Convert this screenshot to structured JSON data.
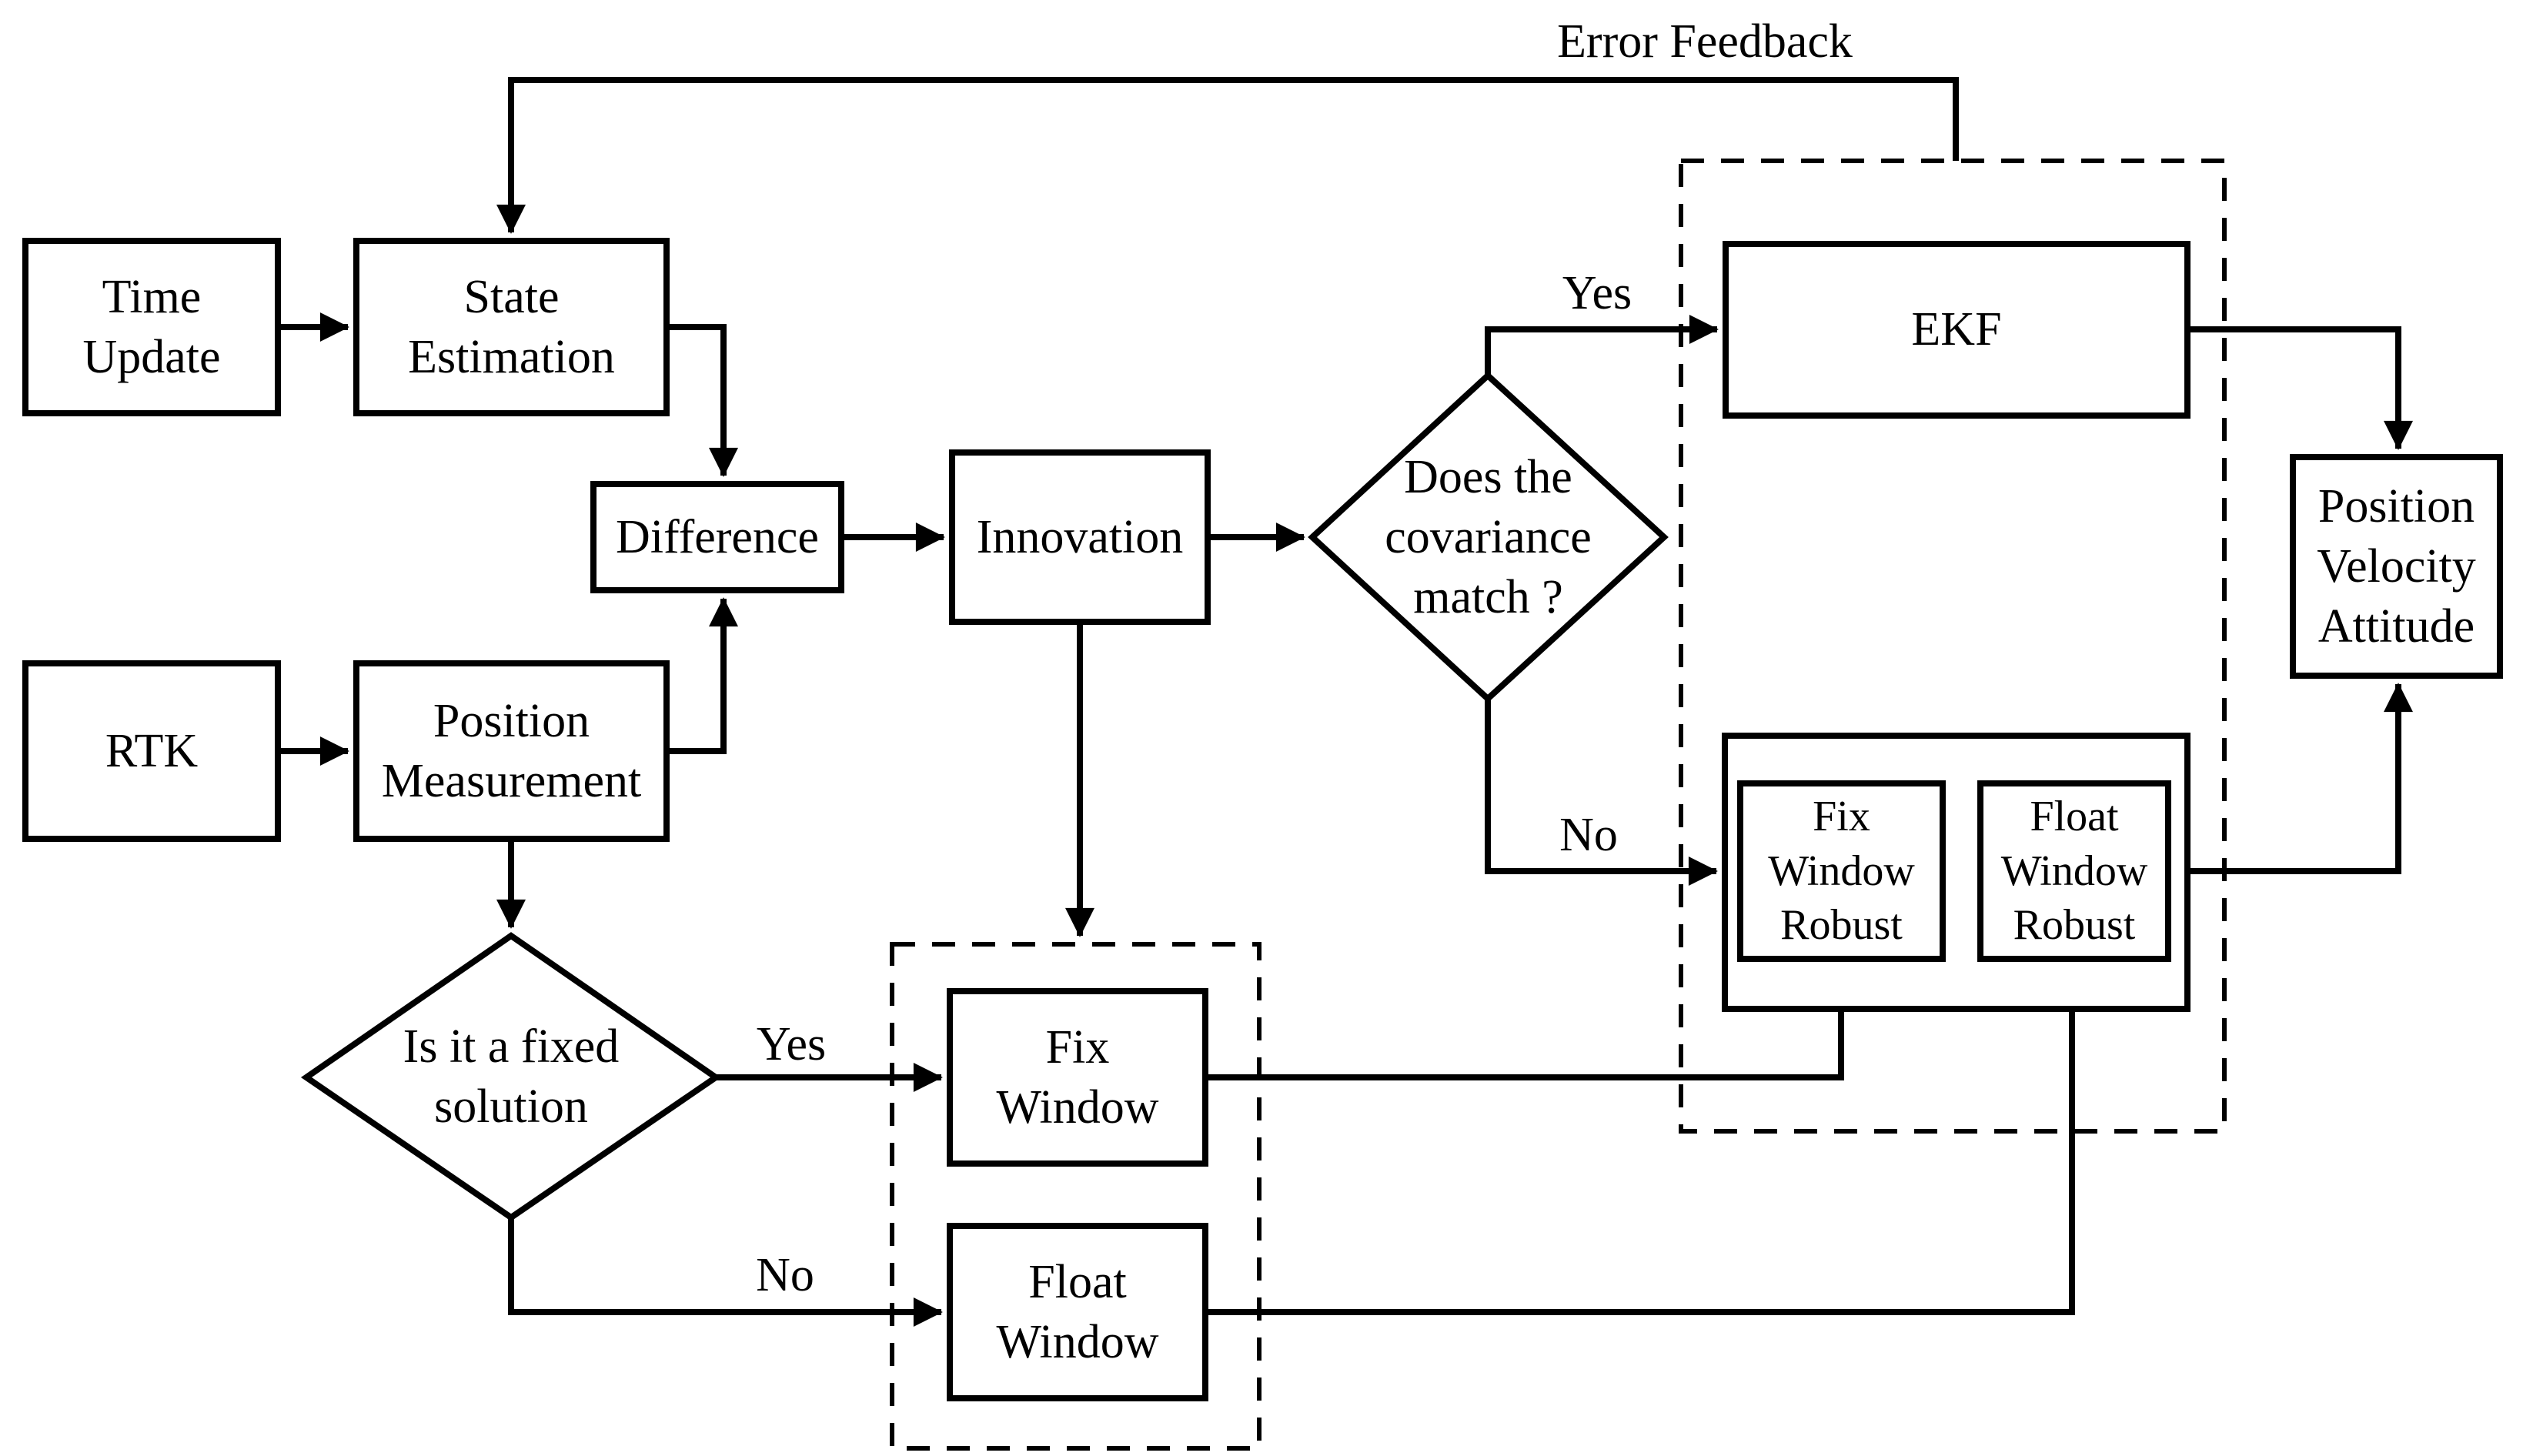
{
  "nodes": {
    "time_update": {
      "label": "Time\nUpdate"
    },
    "state_estimation": {
      "label": "State\nEstimation"
    },
    "difference": {
      "label": "Difference"
    },
    "innovation": {
      "label": "Innovation"
    },
    "rtk": {
      "label": "RTK"
    },
    "position_measurement": {
      "label": "Position\nMeasurement"
    },
    "covariance_decision": {
      "label": "Does the\ncovariance\nmatch ?"
    },
    "ekf": {
      "label": "EKF"
    },
    "position_velocity_attitude": {
      "label": "Position\nVelocity\nAttitude"
    },
    "fix_window_robust": {
      "label": "Fix\nWindow\nRobust"
    },
    "float_window_robust": {
      "label": "Float\nWindow\nRobust"
    },
    "fix_window": {
      "label": "Fix\nWindow"
    },
    "float_window": {
      "label": "Float\nWindow"
    },
    "fixed_solution_decision": {
      "label": "Is it a fixed\nsolution"
    }
  },
  "edge_labels": {
    "error_feedback": "Error Feedback",
    "covariance_yes": "Yes",
    "covariance_no": "No",
    "fixed_yes": "Yes",
    "fixed_no": "No"
  },
  "colors": {
    "line": "#000000",
    "background": "#ffffff"
  }
}
